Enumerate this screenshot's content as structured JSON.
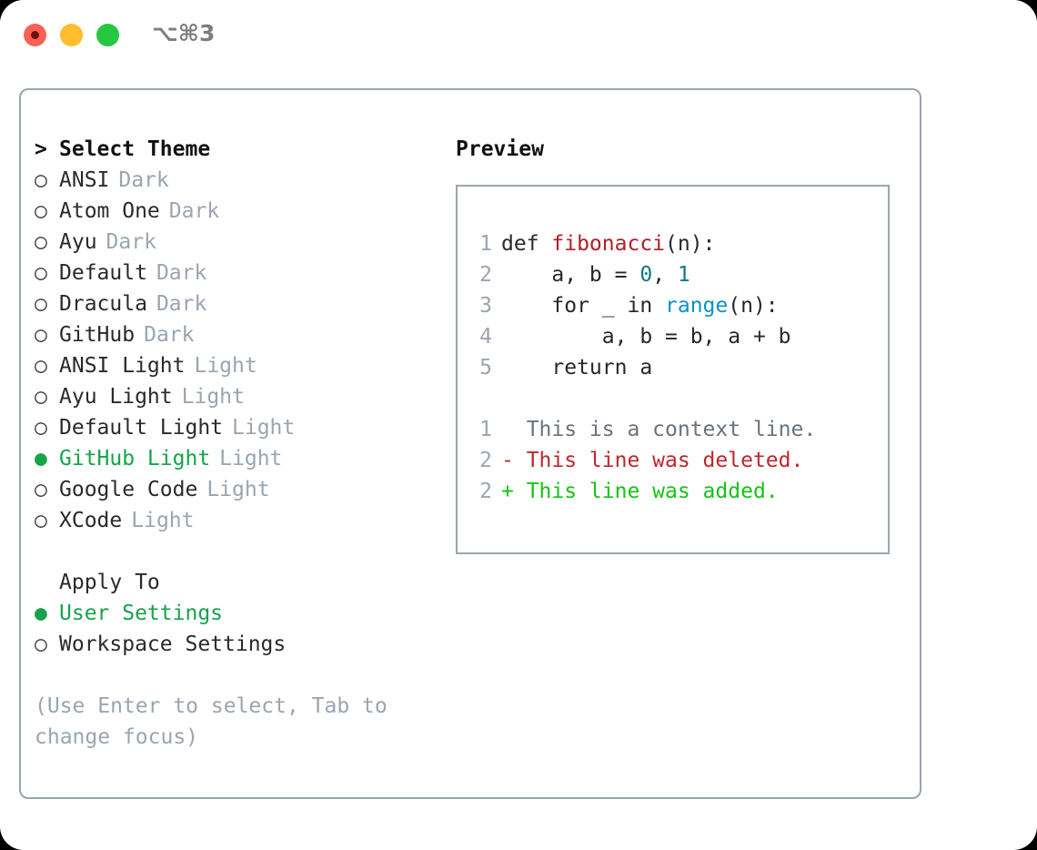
{
  "titlebar": {
    "shortcut": "⌥⌘3",
    "dots": [
      {
        "name": "close",
        "color": "#ff5f57"
      },
      {
        "name": "minimize",
        "color": "#ffbd2e"
      },
      {
        "name": "maximize",
        "color": "#26c83f"
      }
    ]
  },
  "left": {
    "header": "Select Theme",
    "caret": ">",
    "bullet_empty": "○",
    "bullet_filled": "●",
    "themes": [
      {
        "name": "ANSI",
        "tag": "Dark",
        "selected": false
      },
      {
        "name": "Atom One",
        "tag": "Dark",
        "selected": false
      },
      {
        "name": "Ayu",
        "tag": "Dark",
        "selected": false
      },
      {
        "name": "Default",
        "tag": "Dark",
        "selected": false
      },
      {
        "name": "Dracula",
        "tag": "Dark",
        "selected": false
      },
      {
        "name": "GitHub",
        "tag": "Dark",
        "selected": false
      },
      {
        "name": "ANSI Light",
        "tag": "Light",
        "selected": false
      },
      {
        "name": "Ayu Light",
        "tag": "Light",
        "selected": false
      },
      {
        "name": "Default Light",
        "tag": "Light",
        "selected": false
      },
      {
        "name": "GitHub Light",
        "tag": "Light",
        "selected": true
      },
      {
        "name": "Google Code",
        "tag": "Light",
        "selected": false
      },
      {
        "name": "XCode",
        "tag": "Light",
        "selected": false
      }
    ],
    "apply_to_label": "Apply To",
    "apply_to_options": [
      {
        "name": "User Settings",
        "selected": true
      },
      {
        "name": "Workspace Settings",
        "selected": false
      }
    ],
    "hint": "(Use Enter to select, Tab to change focus)"
  },
  "right": {
    "preview_title": "Preview",
    "code_lines": [
      {
        "no": "1",
        "tokens": [
          {
            "t": "def ",
            "c": "plain"
          },
          {
            "t": "fibonacci",
            "c": "func"
          },
          {
            "t": "(n):",
            "c": "plain"
          }
        ]
      },
      {
        "no": "2",
        "tokens": [
          {
            "t": "    a, b = ",
            "c": "plain"
          },
          {
            "t": "0",
            "c": "num"
          },
          {
            "t": ", ",
            "c": "plain"
          },
          {
            "t": "1",
            "c": "num"
          }
        ]
      },
      {
        "no": "3",
        "tokens": [
          {
            "t": "    for _ in ",
            "c": "plain"
          },
          {
            "t": "range",
            "c": "builtin"
          },
          {
            "t": "(n):",
            "c": "plain"
          }
        ]
      },
      {
        "no": "4",
        "tokens": [
          {
            "t": "        a, b = b, a + b",
            "c": "plain"
          }
        ]
      },
      {
        "no": "5",
        "tokens": [
          {
            "t": "    return a",
            "c": "plain"
          }
        ]
      }
    ],
    "diff_lines": [
      {
        "no": "1",
        "marker": " ",
        "text": "This is a context line.",
        "kind": "context"
      },
      {
        "no": "2",
        "marker": "-",
        "text": "This line was deleted.",
        "kind": "del"
      },
      {
        "no": "2",
        "marker": "+",
        "text": "This line was added.",
        "kind": "add"
      }
    ]
  },
  "colors": {
    "accent_green": "#16a34a",
    "muted": "#9aa5b1",
    "border": "#9aa5b1",
    "diff_add": "#14c414",
    "diff_del": "#c0262a",
    "code_func": "#b31d28",
    "code_num": "#0d7a80",
    "code_builtin": "#0a93c4"
  }
}
